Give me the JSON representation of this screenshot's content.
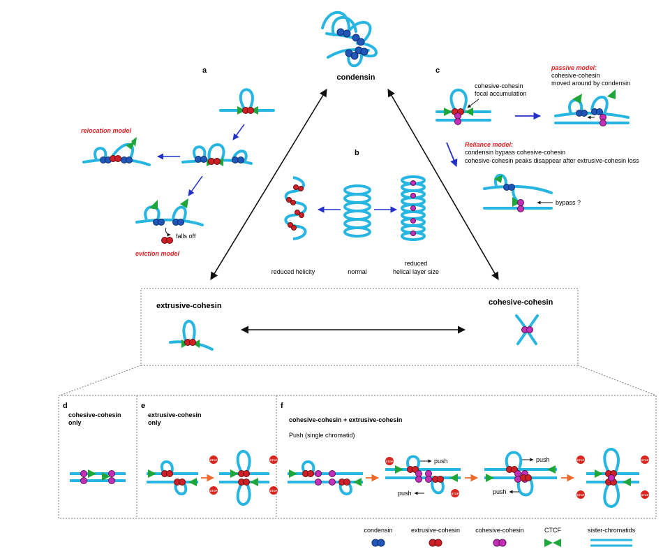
{
  "colors": {
    "strand": "#27b5e2",
    "condensin": "#1f56b8",
    "extrusive": "#cf2027",
    "cohesive": "#c52fb6",
    "ctcf": "#1fa63a",
    "model_red": "#e02020",
    "arrow_blue": "#2230c8",
    "arrow_orange": "#ee6a2a",
    "stop": "#d9261f",
    "border": "#777777"
  },
  "top": {
    "condensin": "condensin"
  },
  "panel_a": {
    "letter": "a",
    "relocation_model": "relocation model",
    "eviction_model": "eviction model",
    "falls_off": "falls off"
  },
  "panel_b": {
    "letter": "b",
    "reduced_helicity": "reduced helicity",
    "normal": "normal",
    "reduced_line1": "reduced",
    "reduced_line2": "helical layer size"
  },
  "panel_c": {
    "letter": "c",
    "focal_line1": "cohesive-cohesin",
    "focal_line2": "focal accumulation",
    "passive_title": "passive model:",
    "passive_line1": "cohesive-cohesin",
    "passive_line2": "moved around by condensin",
    "reliance_title": "Reliance model:",
    "reliance_line1": "condensin bypass cohesive-cohesin",
    "reliance_line2": "cohesive-cohesin peaks disappear after extrusive-cohesin loss",
    "bypass": "bypass ?"
  },
  "middle": {
    "extrusive_title": "extrusive-cohesin",
    "cohesive_title": "cohesive-cohesin"
  },
  "panel_d": {
    "letter": "d",
    "title_line1": "cohesive-cohesin",
    "title_line2": "only"
  },
  "panel_e": {
    "letter": "e",
    "title_line1": "extrusive-cohesin",
    "title_line2": "only",
    "stop": "STOP"
  },
  "panel_f": {
    "letter": "f",
    "title": "cohesive-cohesin + extrusive-cohesin",
    "subtitle": "Push (single chromatid)",
    "push": "push"
  },
  "legend": {
    "condensin": "condensin",
    "extrusive": "extrusive-cohesin",
    "cohesive": "cohesive-cohesin",
    "ctcf": "CTCF",
    "sister": "sister-chromatids"
  }
}
